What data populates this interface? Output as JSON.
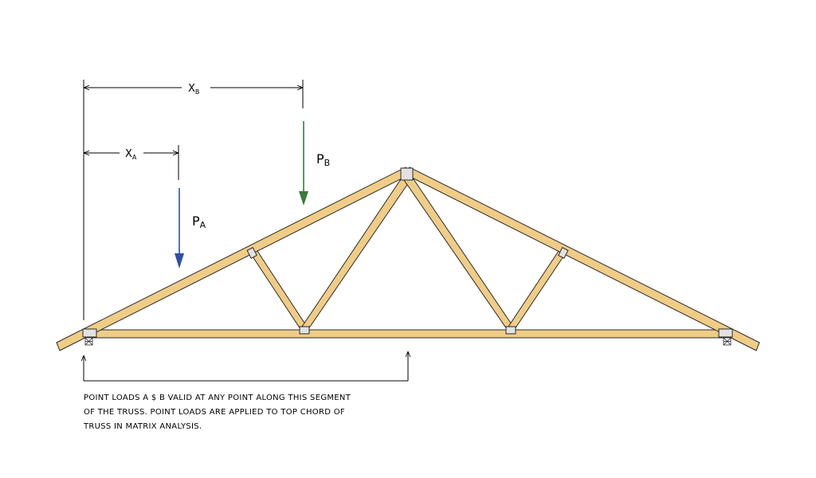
{
  "dimensions": {
    "xb": {
      "main": "X",
      "sub": "B"
    },
    "xa": {
      "main": "X",
      "sub": "A"
    }
  },
  "loads": {
    "pb": {
      "main": "P",
      "sub": "B",
      "color": "#3a7a3a"
    },
    "pa": {
      "main": "P",
      "sub": "A",
      "color": "#2f4fa8"
    }
  },
  "colors": {
    "wood": "#f0cd86",
    "wood_outline": "#2a2a2a",
    "plate": "#e2e2e2"
  },
  "note": {
    "lines": [
      "POINT LOADS A $ B VALID AT ANY POINT ALONG THIS SEGMENT",
      "OF THE TRUSS.  POINT LOADS ARE APPLIED TO TOP CHORD OF",
      "TRUSS IN MATRIX ANALYSIS."
    ]
  }
}
